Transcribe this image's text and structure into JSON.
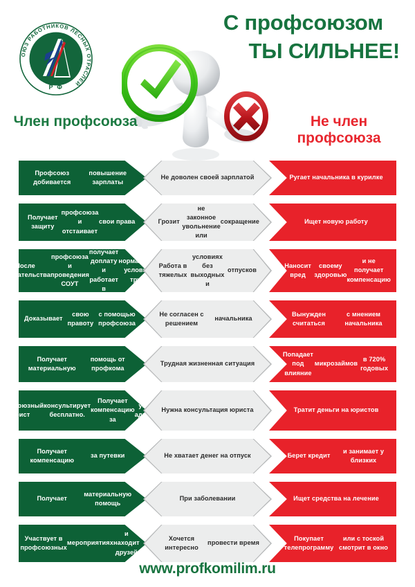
{
  "emblem": {
    "ring_text": "ПРОФСОЮЗ РАБОТНИКОВ ЛЕСНЫХ ОТРАСЛЕЙ",
    "center_text": "Р Ф",
    "color": "#13663c"
  },
  "header": {
    "headline_line1": "С профсоюзом",
    "headline_line2": "ТЫ СИЛЬНЕЕ!",
    "headline_color": "#17733f",
    "caption_left": "Член\nпрофсоюза",
    "caption_left_l1": "Член",
    "caption_left_l2": "профсоюза",
    "caption_left_color": "#1d7a43",
    "caption_right_l1": "Не член",
    "caption_right_l2": "профсоюза",
    "caption_right_color": "#e8272f",
    "illustration": {
      "check_icon": "green-check-circle",
      "cross_icon": "red-cross-oval",
      "figure": "white-3d-person"
    }
  },
  "colors": {
    "green": "#0d6136",
    "red": "#e8222a",
    "gray": "#eceded",
    "gray_border": "#b5b7b8"
  },
  "rows": [
    {
      "height": 50,
      "left": "Профсоюз добивается\nповышение зарплаты",
      "mid": "Не доволен своей зарплатой",
      "right": "Ругает начальника в курилке"
    },
    {
      "height": 54,
      "left": "Получает защиту\nпрофсоюза и отстаивает\nсвои права",
      "mid": "Грозит\nне законное увольнение или\nсокращение",
      "right": "Ищет новую работу"
    },
    {
      "height": 62,
      "left": "После вмешательства\nпрофсоюза и проведения СОУТ\nполучает доплату и работает в\nнормальных условиях труда",
      "mid": "Работа в тяжелых\nусловиях без выходных и\nотпусков",
      "right": "Наносит вред\nсвоему здоровью\nи не получает компенсацию"
    },
    {
      "height": 54,
      "left": "Доказывает\nсвою правоту\nс помощью профсоюза",
      "mid": "Не согласен с решением\nначальника",
      "right": "Вынужден считаться\nс мнением начальника"
    },
    {
      "height": 52,
      "left": "Получает материальную\nпомощь от профкома",
      "mid": "Трудная жизненная ситуация",
      "right": "Попадает под влияние\nмикрозаймов\nв 720% годовых"
    },
    {
      "height": 58,
      "left": "Профсоюзный юрист\nконсультирует бесплатно.\nПолучает компенсацию за\nуслуги адвоката",
      "mid": "Нужна консультация юриста",
      "right": "Тратит деньги на юристов"
    },
    {
      "height": 50,
      "left": "Получает компенсацию\nза путевки",
      "mid": "Не хватает денег на отпуск",
      "right": "Берет кредит\nи занимает у близких"
    },
    {
      "height": 50,
      "left": "Получает\nматериальную помощь",
      "mid": "При заболевании",
      "right": "Ищет средства на лечение"
    },
    {
      "height": 54,
      "left": "Участвует в профсоюзных\nмероприятиях\nи находит друзей",
      "mid": "Хочется интересно\nпровести время",
      "right": "Покупает телепрограмму\nили с тоской смотрит в окно"
    }
  ],
  "footer": {
    "url": "www.profkomilim.ru",
    "url_color": "#17733f"
  }
}
